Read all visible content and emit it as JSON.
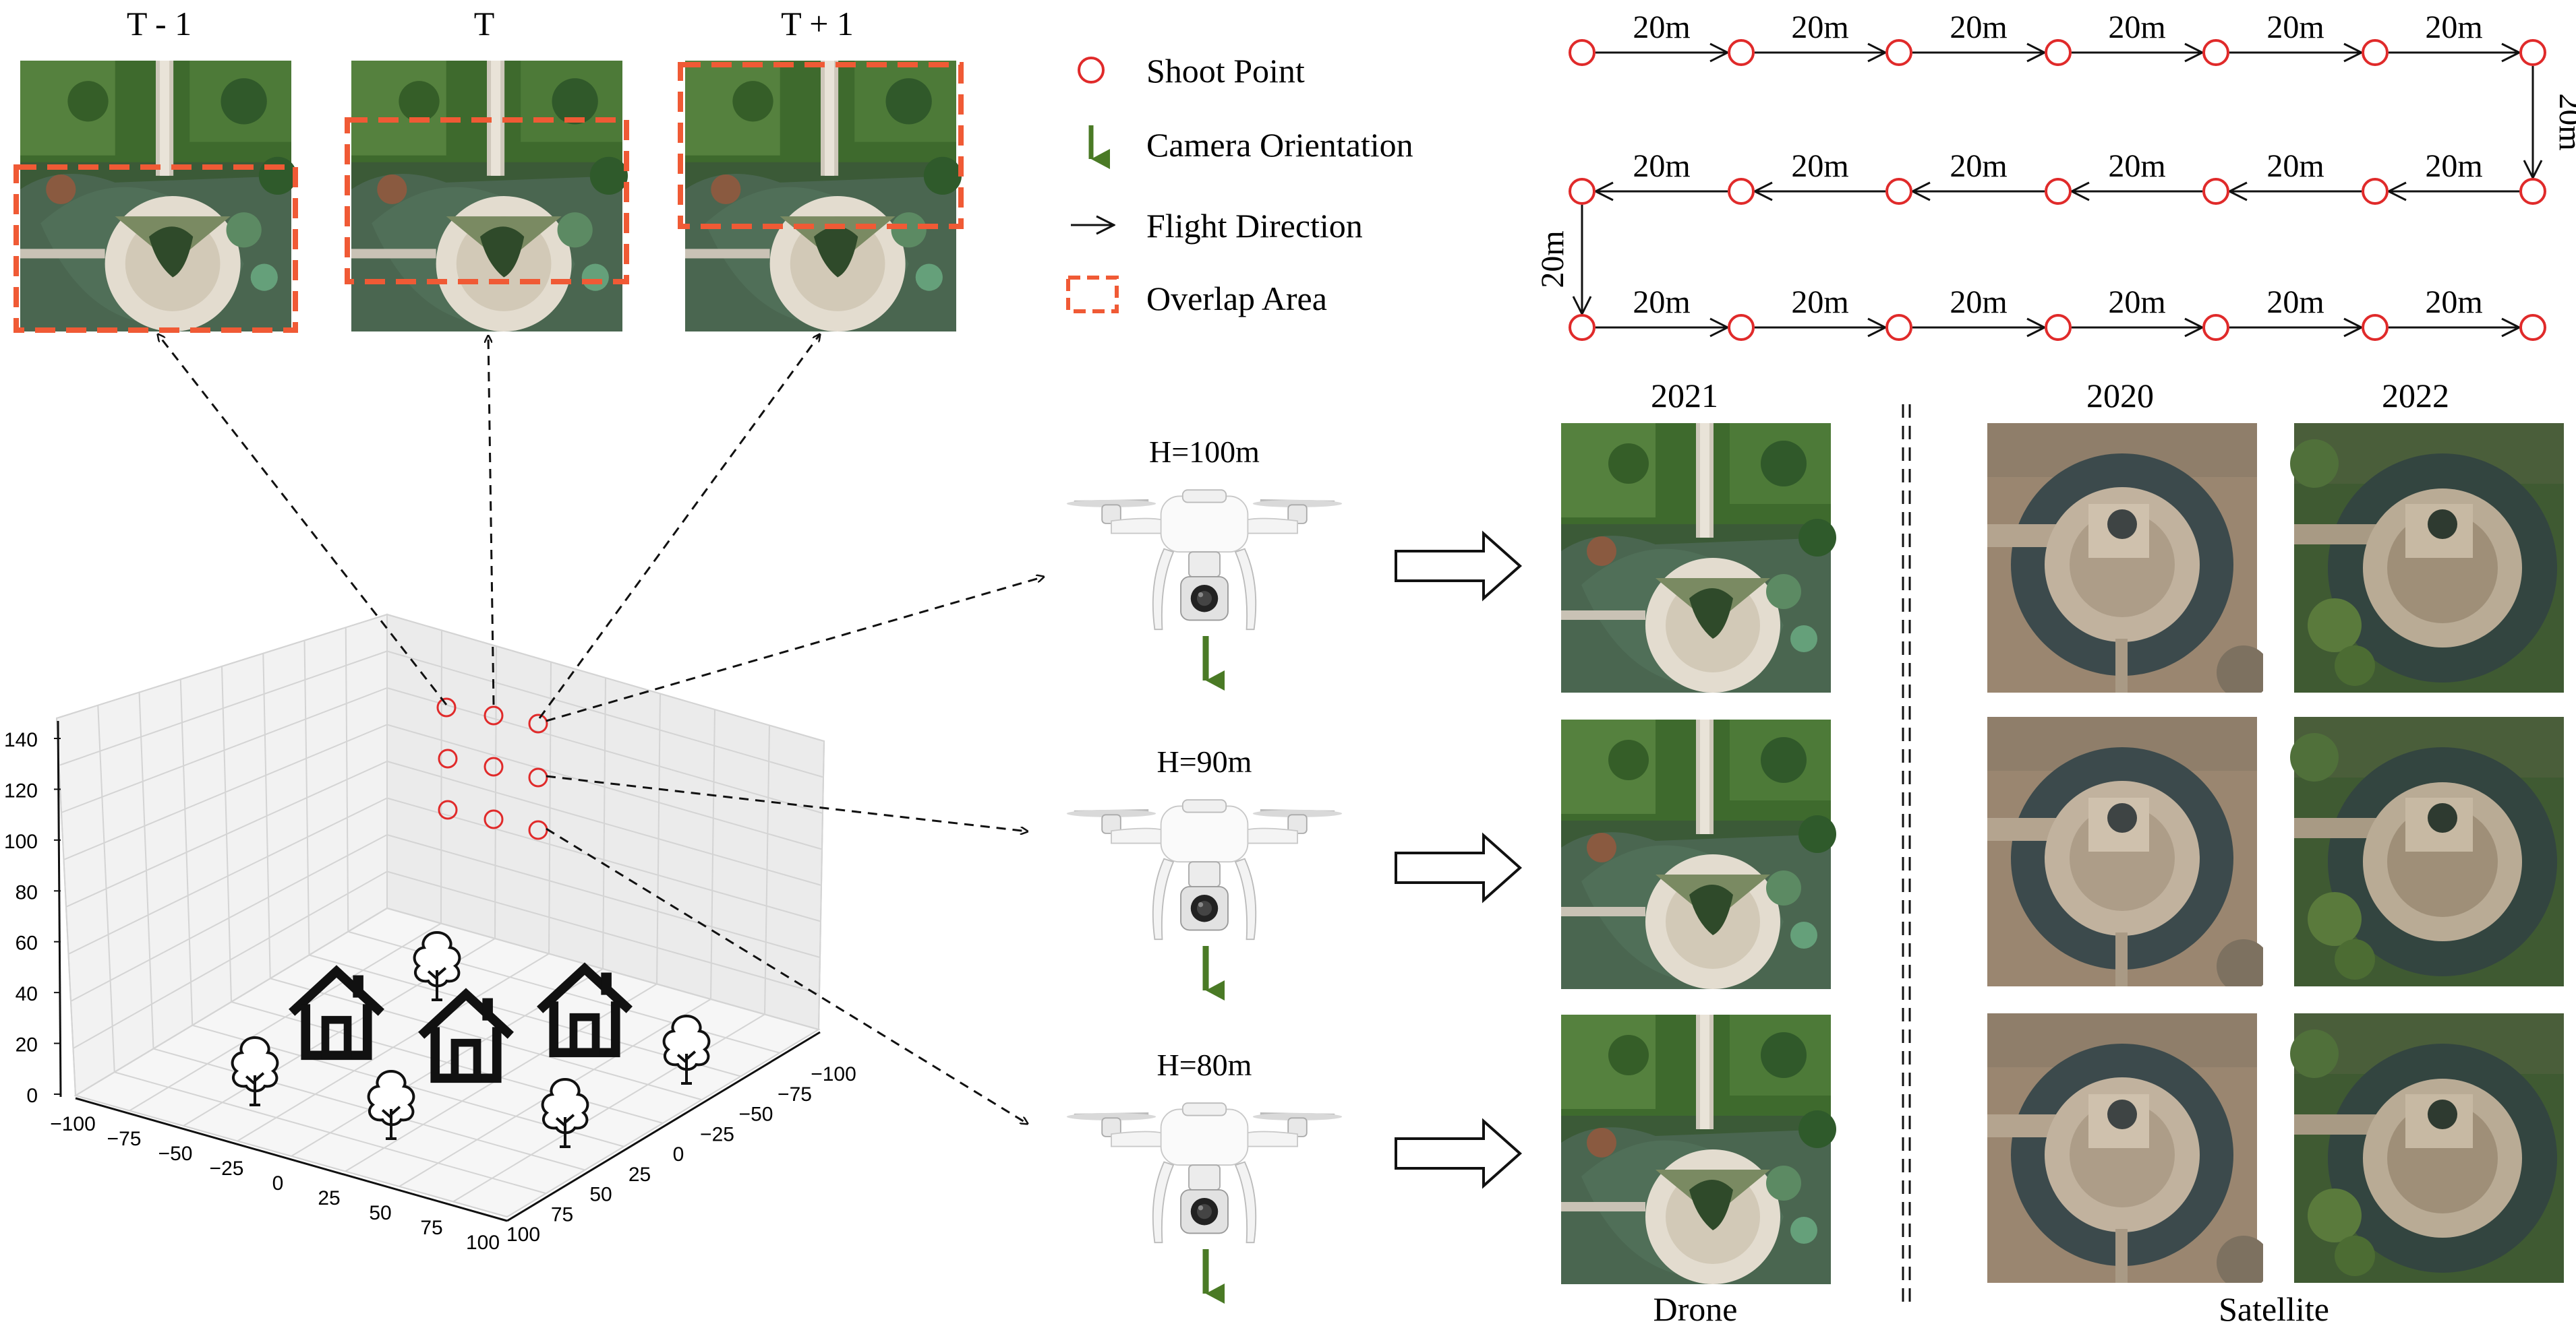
{
  "frames": {
    "labels": [
      "T - 1",
      "T",
      "T + 1"
    ]
  },
  "legend": [
    {
      "label": "Shoot Point",
      "icon": "shoot-point-icon"
    },
    {
      "label": "Camera Orientation",
      "icon": "camera-orientation-arrow-icon"
    },
    {
      "label": "Flight Direction",
      "icon": "flight-direction-arrow-icon"
    },
    {
      "label": "Overlap Area",
      "icon": "overlap-area-dashed-box-icon"
    }
  ],
  "flight_path": {
    "segment_label": "20m",
    "row_points": 7,
    "rows": 3
  },
  "drone_heights": [
    "H=100m",
    "H=90m",
    "H=80m"
  ],
  "plot3d": {
    "z_ticks": [
      "0",
      "20",
      "40",
      "60",
      "80",
      "100",
      "120",
      "140"
    ],
    "x_ticks": [
      "−100",
      "−75",
      "−50",
      "−25",
      "0",
      "25",
      "50",
      "75",
      "100"
    ],
    "y_ticks": [
      "−100",
      "−75",
      "−50",
      "−25",
      "0",
      "25",
      "50",
      "75",
      "100"
    ]
  },
  "imagery": {
    "drone_year": "2021",
    "satellite_years": [
      "2020",
      "2022"
    ],
    "drone_caption": "Drone",
    "satellite_caption": "Satellite"
  },
  "colors": {
    "shoot_point": "#e02a2a",
    "camera_arrow": "#4a7a25",
    "overlap": "#f05a35",
    "water_drone": "#3f5a42",
    "vegetation": "#35602e",
    "plaza": "#d8d2c6",
    "satellite_water": "#3c4a4c",
    "satellite_land": "#9a8670"
  }
}
